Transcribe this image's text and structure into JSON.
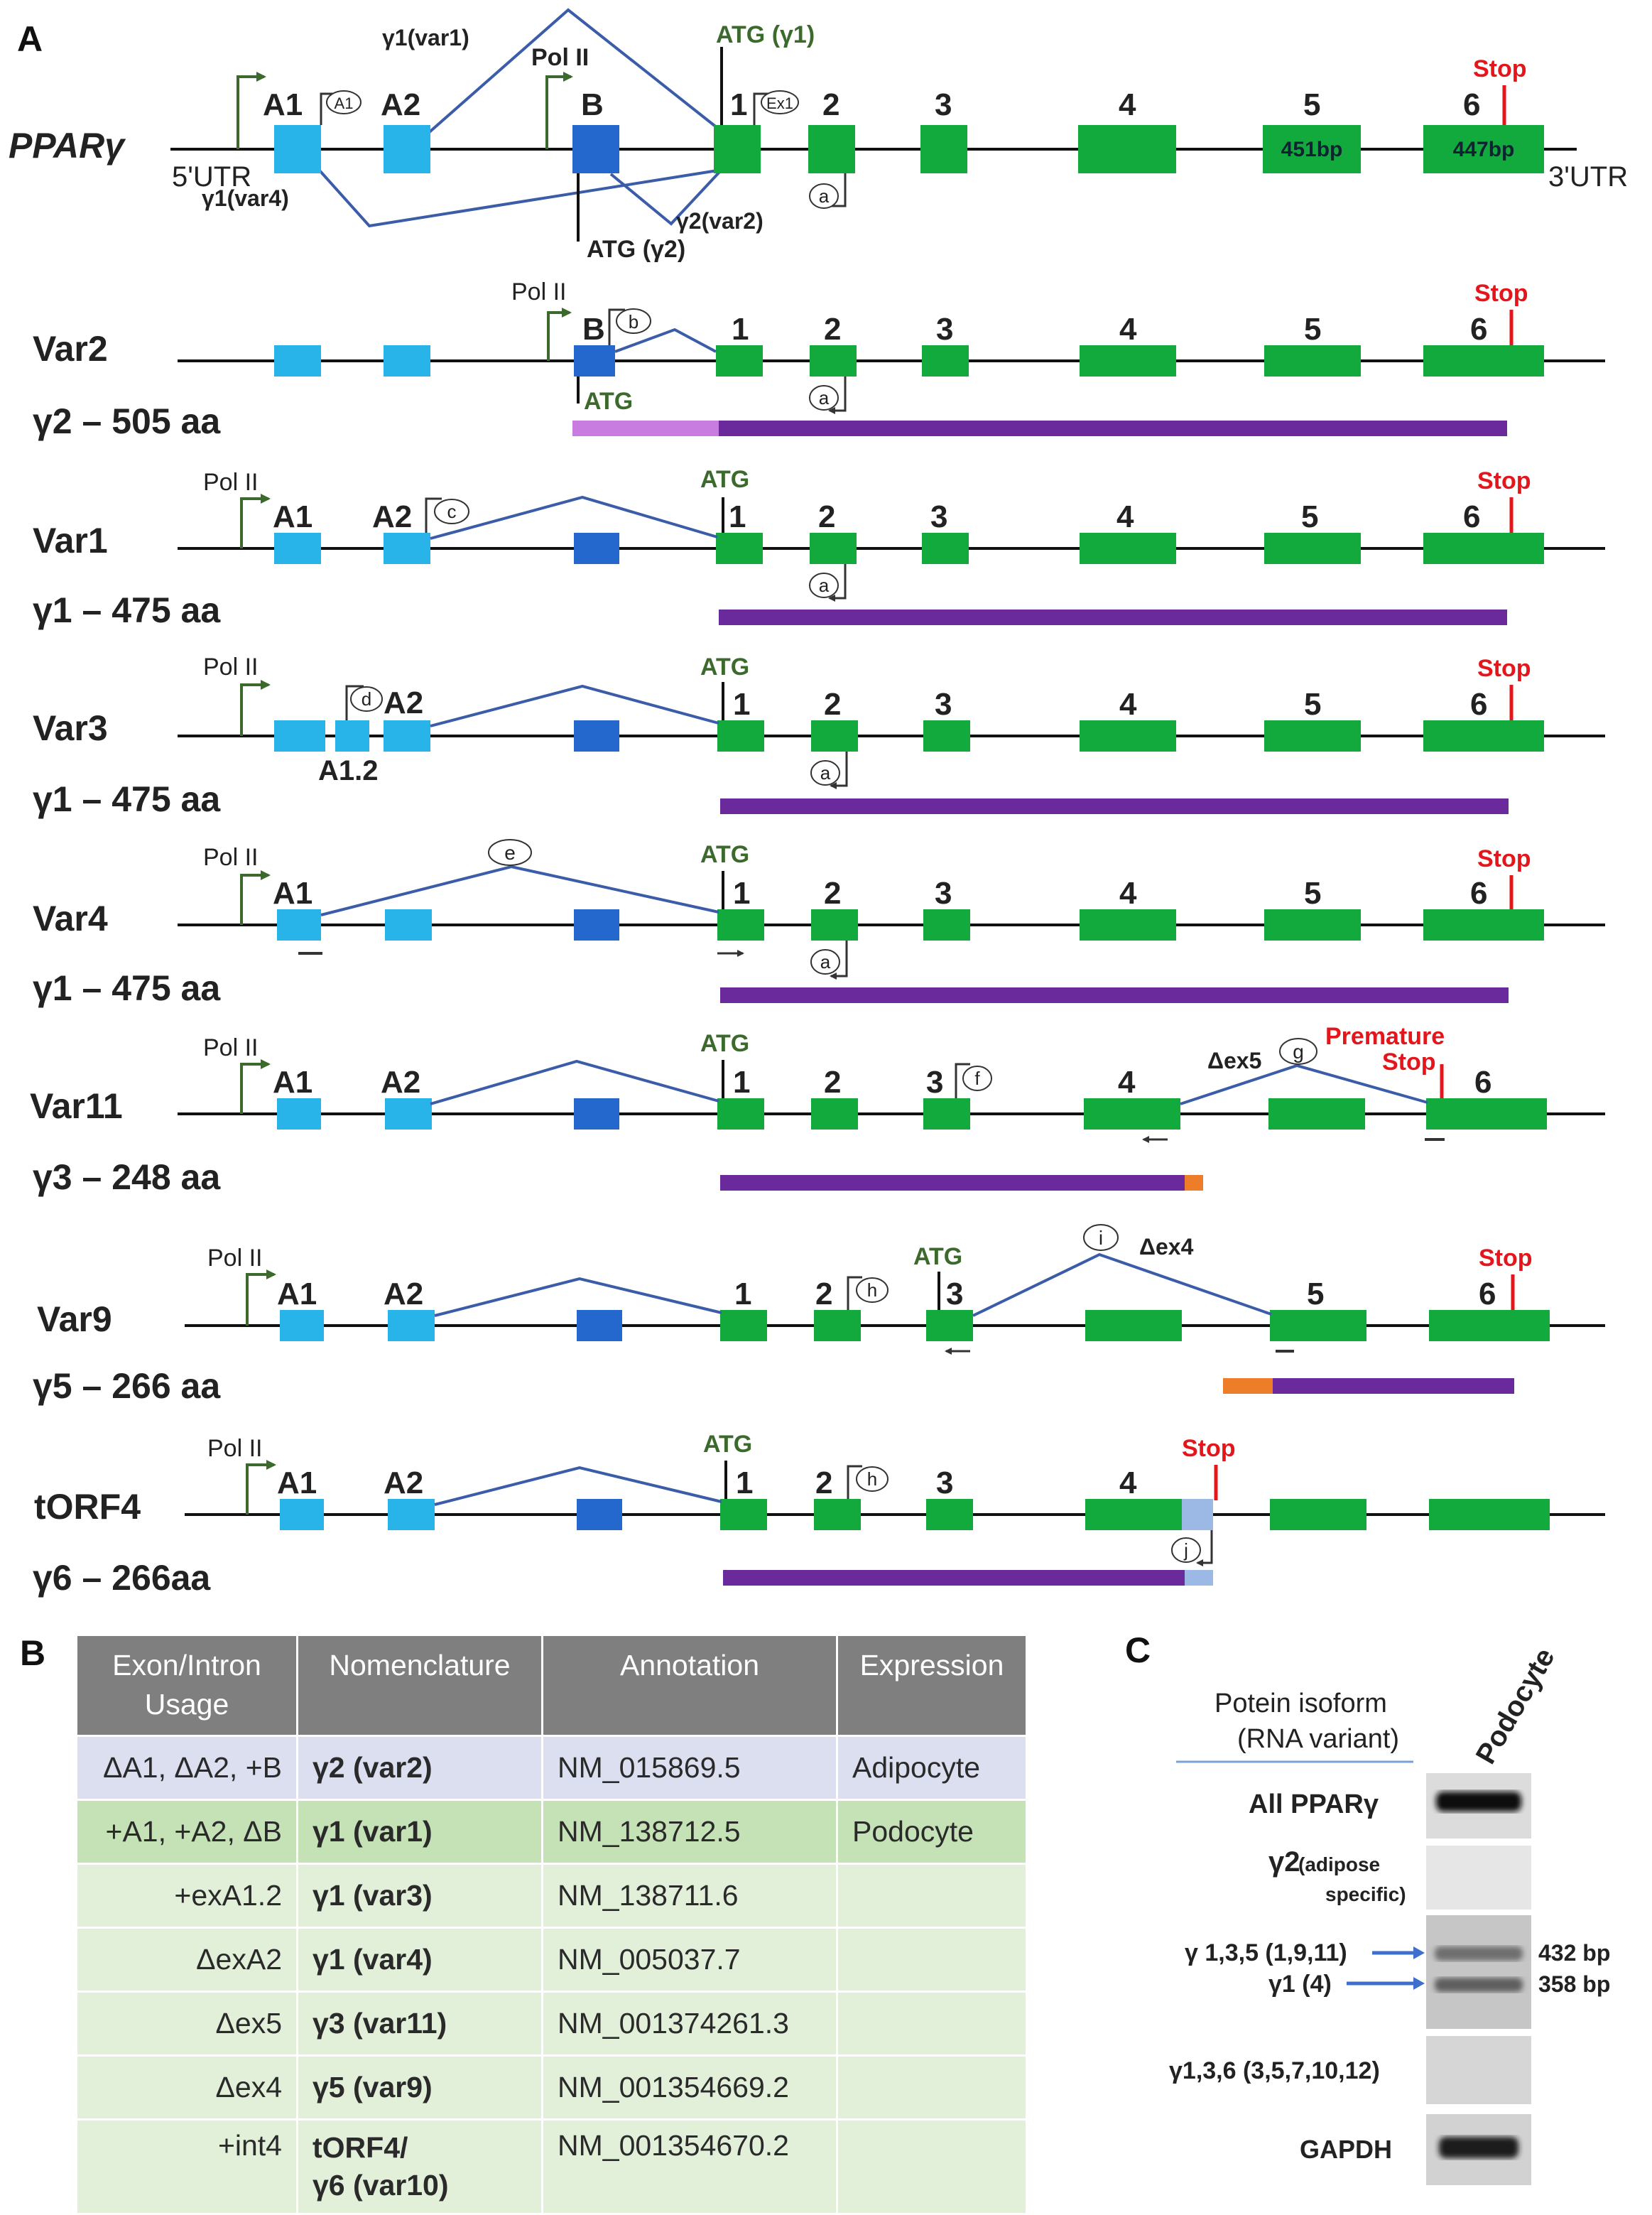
{
  "colors": {
    "exon_a": "#29b4e9",
    "exon_b": "#2467cd",
    "exon_coding": "#13aa3d",
    "splice_line": "#3b5ca8",
    "promoter": "#3c6a2c",
    "stop": "#e5161b",
    "protein": "#6b2a9c",
    "protein_light": "#c97ce0",
    "protein_orange": "#ee7d2a",
    "protein_light_blue": "#9cb8e4",
    "table_header": "#7f7f7f",
    "table_row_blue": "#dcdff0",
    "table_row_green": "#c4e2b5",
    "table_row_light": "#e2efd9"
  },
  "panel_a": {
    "label": "A",
    "gene_name": "PPARγ",
    "utr5": "5'UTR",
    "utr3": "3'UTR",
    "exon_labels": [
      "A1",
      "A2",
      "B",
      "1",
      "2",
      "3",
      "4",
      "5",
      "6"
    ],
    "exon5_size": "451bp",
    "exon6_size": "447bp",
    "pol_ii": "Pol II",
    "atg": "ATG",
    "atg_g1": "ATG (γ1)",
    "atg_g2": "ATG (γ2)",
    "stop": "Stop",
    "premature_stop_1": "Premature",
    "premature_stop_2": "Stop",
    "gene_splice_labels": [
      "γ1(var1)",
      "γ1(var4)",
      "γ2(var2)"
    ],
    "primer_labels": [
      "A1",
      "Ex1",
      "a",
      "b",
      "c",
      "d",
      "e",
      "f",
      "g",
      "h",
      "i",
      "j"
    ],
    "a12_label": "A1.2",
    "dex5": "Δex5",
    "dex4": "Δex4",
    "variants": [
      {
        "name": "Var2",
        "protein": "γ2 – 505 aa"
      },
      {
        "name": "Var1",
        "protein": "γ1 – 475 aa"
      },
      {
        "name": "Var3",
        "protein": "γ1 – 475 aa"
      },
      {
        "name": "Var4",
        "protein": "γ1 – 475 aa"
      },
      {
        "name": "Var11",
        "protein": "γ3 – 248 aa"
      },
      {
        "name": "Var9",
        "protein": "γ5 – 266 aa"
      },
      {
        "name": "tORF4",
        "protein": "γ6 – 266aa"
      }
    ]
  },
  "panel_b": {
    "label": "B",
    "headers": [
      "Exon/Intron\nUsage",
      "Nomenclature",
      "Annotation",
      "Expression"
    ],
    "rows": [
      [
        "ΔA1, ΔA2, +B",
        "γ2 (var2)",
        "NM_015869.5",
        "Adipocyte"
      ],
      [
        "+A1, +A2, ΔB",
        "γ1 (var1)",
        "NM_138712.5",
        "Podocyte"
      ],
      [
        "+exA1.2",
        "γ1 (var3)",
        "NM_138711.6",
        ""
      ],
      [
        "ΔexA2",
        "γ1 (var4)",
        "NM_005037.7",
        ""
      ],
      [
        "Δex5",
        "γ3 (var11)",
        "NM_001374261.3",
        ""
      ],
      [
        "Δex4",
        "γ5 (var9)",
        "NM_001354669.2",
        ""
      ],
      [
        "+int4",
        "tORF4/\nγ6 (var10)",
        "NM_001354670.2",
        ""
      ]
    ]
  },
  "panel_c": {
    "label": "C",
    "header_1": "Potein isoform",
    "header_2": "(RNA variant)",
    "column": "Podocyte",
    "lanes": [
      "All PPARγ",
      "γ2",
      "(adipose",
      "specific)",
      "γ 1,3,5 (1,9,11)",
      "γ1 (4)",
      "γ1,3,6 (3,5,7,10,12)",
      "GAPDH"
    ],
    "bands": [
      "432 bp",
      "358 bp"
    ]
  }
}
